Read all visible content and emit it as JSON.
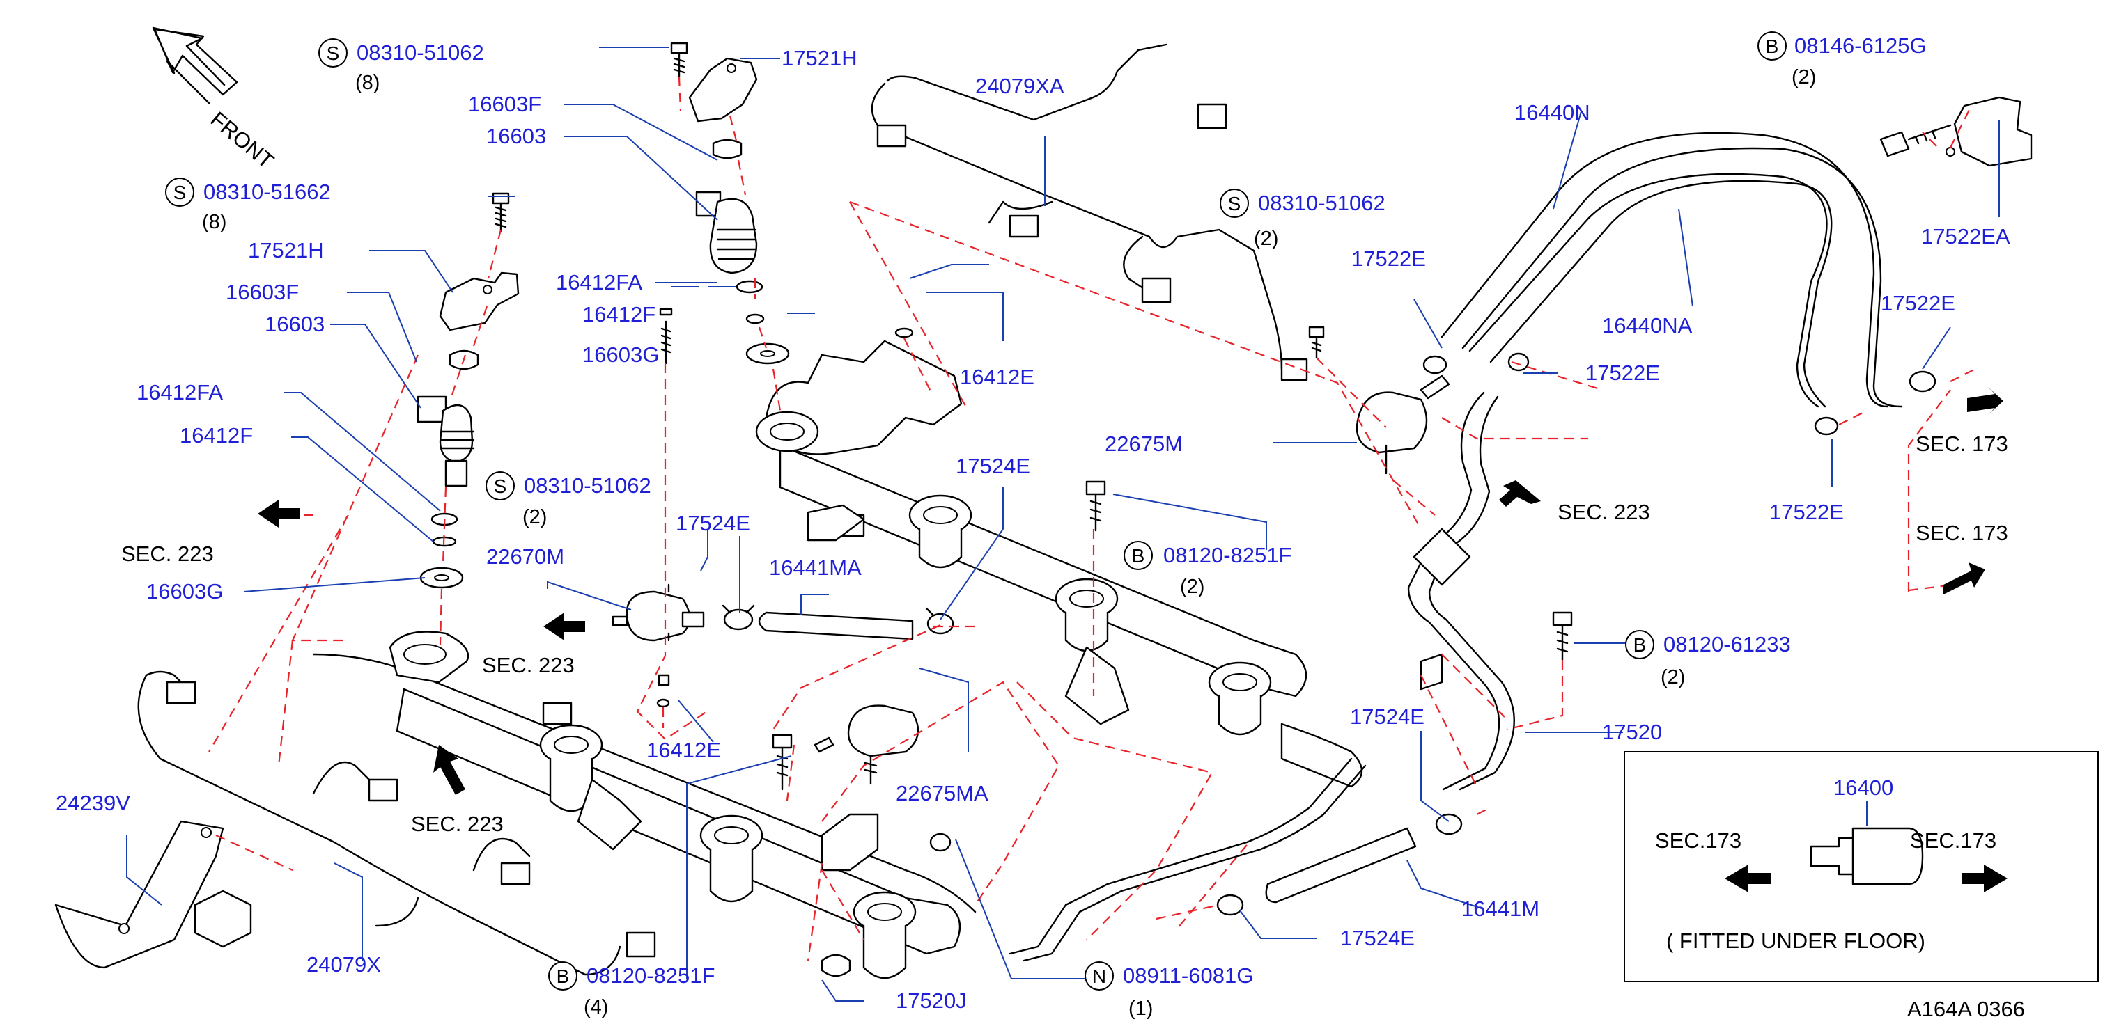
{
  "labels": {
    "front": "FRONT",
    "code_s_1": "S",
    "pn_08310_51062_a": "08310-51062",
    "qty_08310_51062_a": "(8)",
    "pn_17521H_a": "17521H",
    "pn_16603F_a": "16603F",
    "pn_16603_a": "16603",
    "code_s_2": "S",
    "pn_08310_51662": "08310-51662",
    "qty_08310_51662": "(8)",
    "pn_17521H_b": "17521H",
    "pn_16603F_b": "16603F",
    "pn_16603_b": "16603",
    "pn_16412FA_a": "16412FA",
    "pn_16412F_a": "16412F",
    "pn_16603G_a": "16603G",
    "pn_16412FA_b": "16412FA",
    "pn_16412F_b": "16412F",
    "code_s_3": "S",
    "pn_08310_51062_b": "08310-51062",
    "qty_08310_51062_b": "(2)",
    "sec_223_a": "SEC.  223",
    "pn_16603G_b": "16603G",
    "pn_22670M": "22670M",
    "pn_17524E_a": "17524E",
    "pn_16441MA": "16441MA",
    "pn_17524E_b": "17524E",
    "sec_223_b": "SEC.  223",
    "pn_16412E_a": "16412E",
    "pn_16412E_b": "16412E",
    "pn_24079XA": "24079XA",
    "code_s_4": "S",
    "pn_08310_51062_c": "08310-51062",
    "qty_08310_51062_c": "(2)",
    "pn_17522E_a": "17522E",
    "pn_17522E_b": "17522E",
    "pn_22675M": "22675M",
    "code_b_1": "B",
    "pn_08120_8251F_a": "08120-8251F",
    "qty_08120_8251F_a": "(2)",
    "sec_223_c": "SEC.  223",
    "pn_16440N": "16440N",
    "pn_16440NA": "16440NA",
    "code_b_2": "B",
    "pn_08146_6125G": "08146-6125G",
    "qty_08146_6125G": "(2)",
    "pn_17522EA": "17522EA",
    "pn_17522E_c": "17522E",
    "pn_17522E_d": "17522E",
    "sec_173_a": "SEC.   173",
    "sec_173_b": "SEC.   173",
    "code_b_3": "B",
    "pn_08120_61233": "08120-61233",
    "qty_08120_61233": "(2)",
    "pn_17520": "17520",
    "pn_17524E_c": "17524E",
    "pn_24239V": "24239V",
    "pn_24079X": "24079X",
    "sec_223_d": "SEC.  223",
    "code_b_4": "B",
    "pn_08120_8251F_b": "08120-8251F",
    "qty_08120_8251F_b": "(4)",
    "pn_22675MA": "22675MA",
    "pn_17520J": "17520J",
    "code_n_1": "N",
    "pn_08911_6081G": "08911-6081G",
    "qty_08911_6081G": "(1)",
    "pn_17524E_d": "17524E",
    "pn_16441M": "16441M",
    "inset_pn_16400": "16400",
    "inset_sec_173_left": "SEC.173",
    "inset_sec_173_right": "SEC.173",
    "inset_note": "( FITTED  UNDER  FLOOR)",
    "diagram_code": "A164A   0366"
  },
  "colors": {
    "part_number": "#1f1fd6",
    "leader_line": "#1a3fb0",
    "dashed_connector": "#e8242a",
    "drawing": "#000000"
  }
}
